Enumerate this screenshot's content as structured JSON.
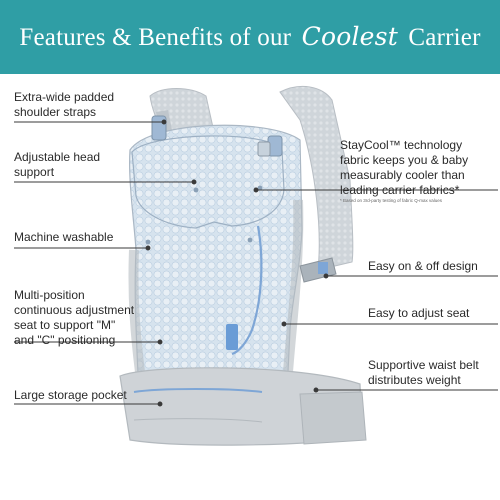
{
  "banner": {
    "title_start": "Features & Benefits of our",
    "title_script": "Coolest",
    "title_end": "Carrier",
    "background": "#2f9ea5"
  },
  "callouts_left": [
    {
      "line1": "Extra-wide padded",
      "line2": "shoulder straps"
    },
    {
      "line1": "Adjustable head",
      "line2": "support"
    },
    {
      "line1": "Machine washable",
      "line2": ""
    },
    {
      "line1": "Multi-position",
      "line2": "continuous adjustment",
      "line3": "seat to support \"M\"",
      "line4": "and \"C\" positioning"
    },
    {
      "line1": "Large storage pocket",
      "line2": ""
    }
  ],
  "callouts_right": [
    {
      "line1": "StayCool™ technology",
      "line2": "fabric keeps you & baby",
      "line3": "measurably cooler than",
      "line4": "leading carrier fabrics*"
    },
    {
      "line1": "Easy on & off design"
    },
    {
      "line1": "Easy to adjust seat"
    },
    {
      "line1": "Supportive waist belt",
      "line2": "distributes weight"
    }
  ],
  "footnote": "* Based on 3rd-party testing  of fabric Q-max values",
  "colors": {
    "fabric_light": "#dfe7ee",
    "fabric_mesh": "#c9d8e6",
    "trim_blue": "#7ea6d6",
    "frame_gray": "#c8ccd0",
    "leader": "#3a3a3a"
  }
}
